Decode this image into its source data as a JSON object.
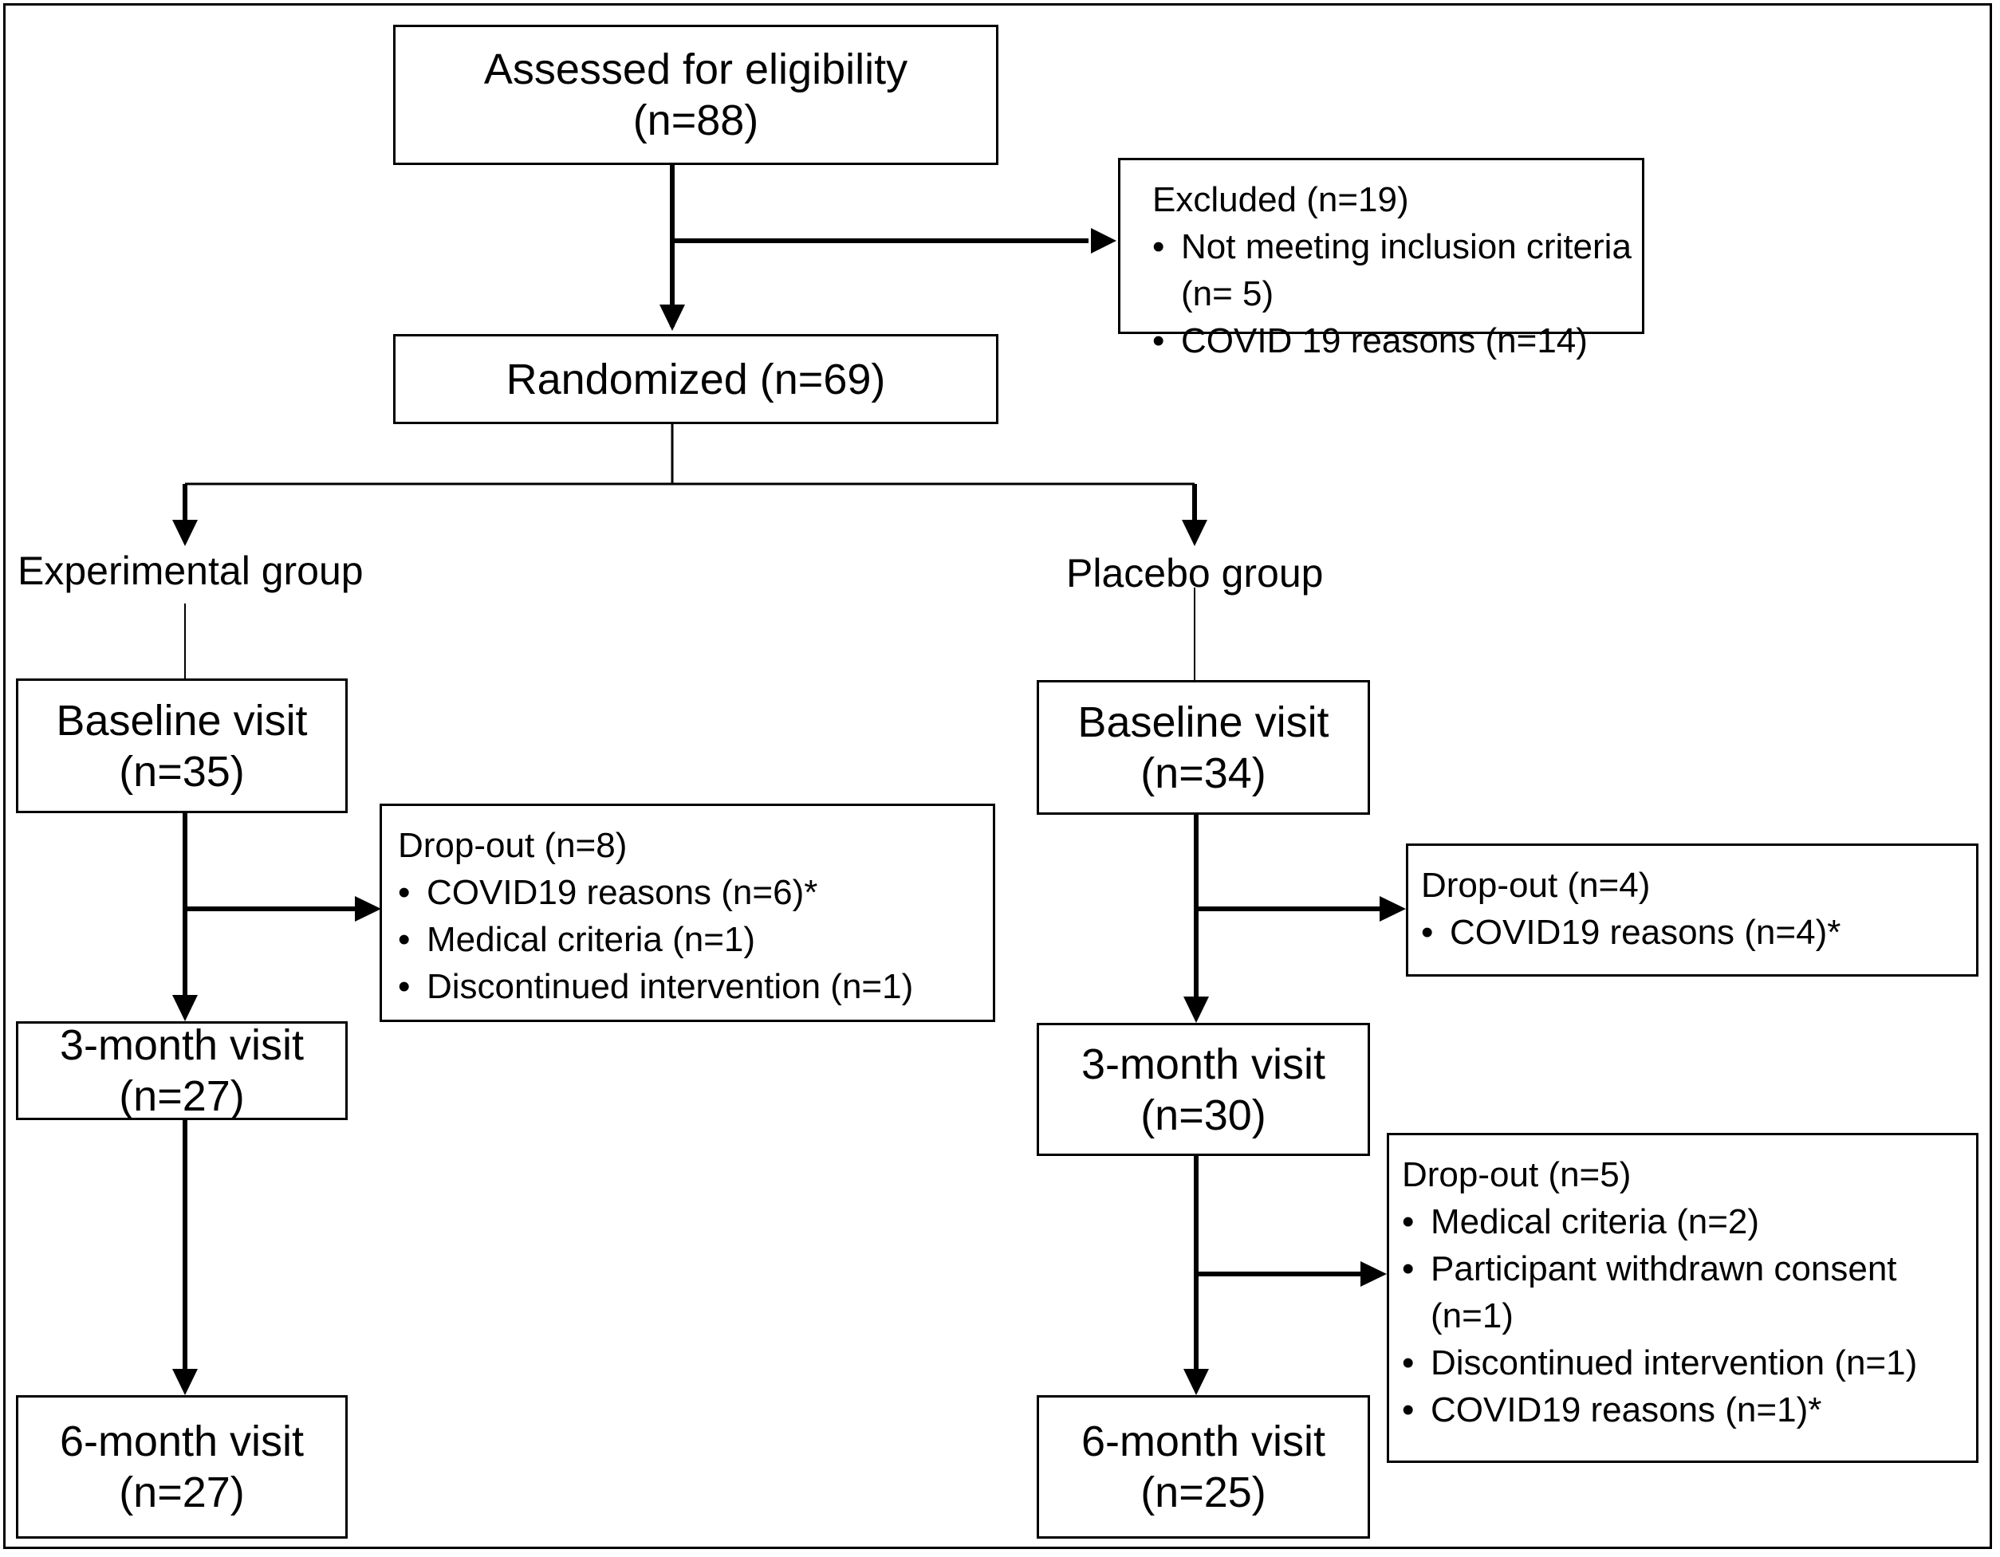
{
  "enrollment": {
    "assessed": {
      "title": "Assessed for eligibility",
      "n": "(n=88)"
    },
    "excluded": {
      "heading": "Excluded (n=19)",
      "items": [
        "Not meeting inclusion criteria (n= 5)",
        "COVID 19 reasons (n=14)"
      ]
    },
    "randomized": "Randomized (n=69)"
  },
  "experimental": {
    "group_label": "Experimental group",
    "baseline": {
      "title": "Baseline visit",
      "n": "(n=35)"
    },
    "dropout": {
      "heading": "Drop-out (n=8)",
      "items": [
        "COVID19 reasons (n=6)*",
        "Medical criteria (n=1)",
        "Discontinued intervention (n=1)"
      ]
    },
    "month3": {
      "title": "3-month visit",
      "n": "(n=27)"
    },
    "month6": {
      "title": "6-month visit",
      "n": "(n=27)"
    }
  },
  "placebo": {
    "group_label": "Placebo group",
    "baseline": {
      "title": "Baseline visit",
      "n": "(n=34)"
    },
    "dropout1": {
      "heading": "Drop-out (n=4)",
      "items": [
        "COVID19 reasons (n=4)*"
      ]
    },
    "month3": {
      "title": "3-month visit",
      "n": "(n=30)"
    },
    "dropout2": {
      "heading": "Drop-out (n=5)",
      "items": [
        "Medical criteria (n=2)",
        "Participant withdrawn consent (n=1)",
        "Discontinued intervention (n=1)",
        "COVID19 reasons (n=1)*"
      ]
    },
    "month6": {
      "title": "6-month visit",
      "n": "(n=25)"
    }
  }
}
